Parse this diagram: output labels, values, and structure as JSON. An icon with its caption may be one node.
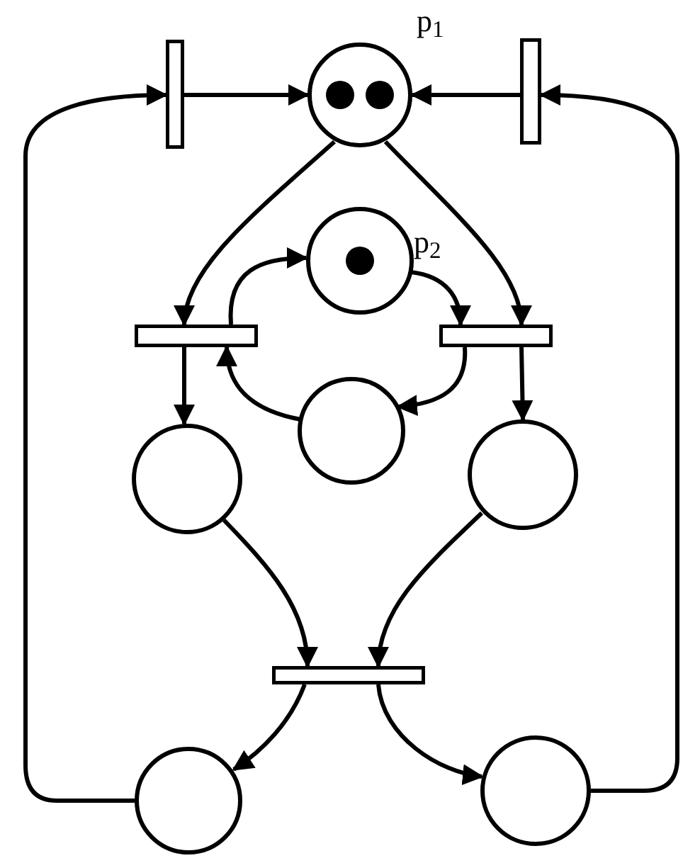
{
  "diagram": {
    "nodes": [
      {
        "text": [],
        "shape": "bar"
      },
      {
        "text": [],
        "shape": "circle",
        "beside": [
          "p$_{1}$"
        ]
      },
      {
        "text": [],
        "shape": "bar"
      },
      {
        "text": [],
        "shape": "circle",
        "beside": [
          "p$_{2}$"
        ]
      },
      {
        "text": [],
        "shape": "bar"
      },
      {
        "text": [],
        "shape": "bar"
      },
      {
        "text": [],
        "shape": "circle"
      },
      {
        "text": [],
        "shape": "circle"
      },
      {
        "text": [],
        "shape": "circle"
      },
      {
        "text": [],
        "shape": "bar"
      },
      {
        "text": [],
        "shape": "circle"
      },
      {
        "text": [],
        "shape": "circle"
      }
    ],
    "edges": [
      {
        "from": 0,
        "to": 1,
        "arrow": "to"
      },
      {
        "from": 2,
        "to": 1,
        "arrow": "to"
      },
      {
        "from": 1,
        "to": 4,
        "arrow": "to"
      },
      {
        "from": 1,
        "to": 5,
        "arrow": "to"
      },
      {
        "from": 4,
        "to": 3,
        "arrow": "to"
      },
      {
        "from": 3,
        "to": 5,
        "arrow": "to"
      },
      {
        "from": 5,
        "to": 6,
        "arrow": "to"
      },
      {
        "from": 6,
        "to": 4,
        "arrow": "to"
      },
      {
        "from": 4,
        "to": 7,
        "arrow": "to"
      },
      {
        "from": 5,
        "to": 8,
        "arrow": "to"
      },
      {
        "from": 7,
        "to": 9,
        "arrow": "to"
      },
      {
        "from": 8,
        "to": 9,
        "arrow": "to"
      },
      {
        "from": 9,
        "to": 10,
        "arrow": "to"
      },
      {
        "from": 9,
        "to": 11,
        "arrow": "to"
      },
      {
        "from": 10,
        "to": 0,
        "arrow": "to"
      },
      {
        "from": 11,
        "to": 2,
        "arrow": "to"
      }
    ]
  }
}
